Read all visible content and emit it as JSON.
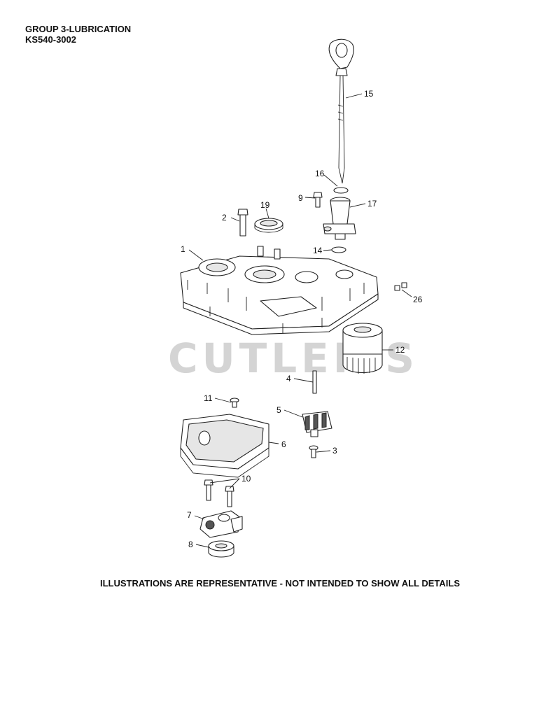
{
  "header": {
    "group": "GROUP 3-LUBRICATION",
    "model": "KS540-3002"
  },
  "watermark": "CUTLER'S",
  "footer": "ILLUSTRATIONS ARE REPRESENTATIVE - NOT INTENDED TO SHOW ALL DETAILS",
  "callouts": [
    "15",
    "16",
    "9",
    "17",
    "2",
    "19",
    "1",
    "14",
    "26",
    "12",
    "4",
    "11",
    "5",
    "6",
    "3",
    "10",
    "7",
    "8"
  ]
}
